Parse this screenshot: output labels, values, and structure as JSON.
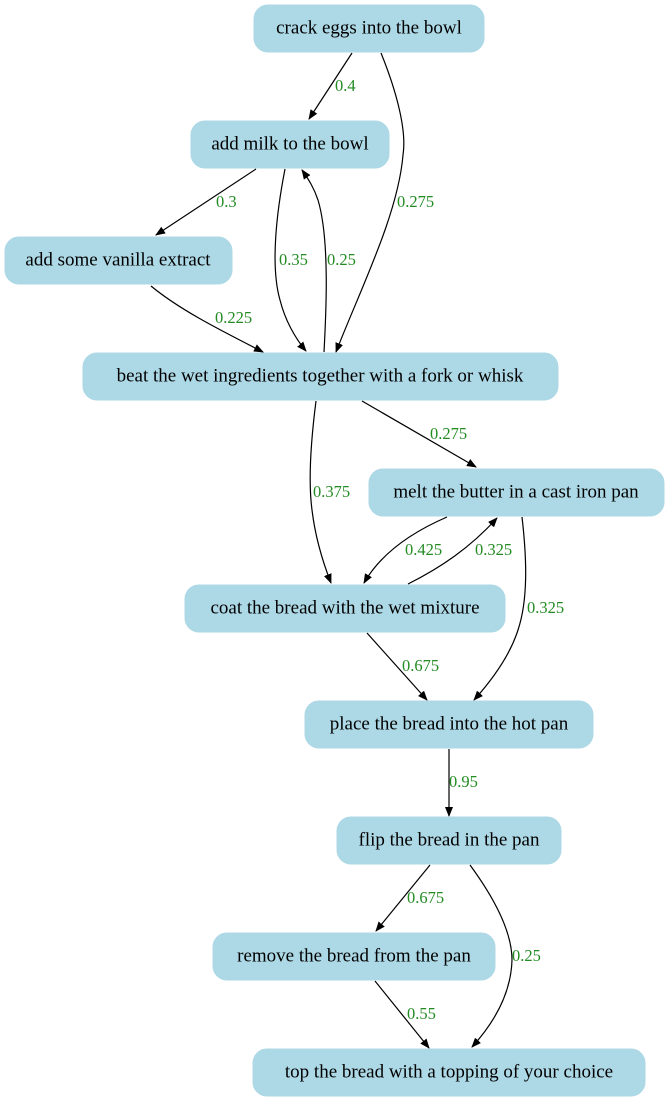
{
  "colors": {
    "node_fill": "#add8e6",
    "edge": "#000000",
    "edge_label": "#228b22",
    "background": "#ffffff"
  },
  "nodes": [
    {
      "id": "n1",
      "label": "crack eggs into the bowl"
    },
    {
      "id": "n2",
      "label": "add milk to the bowl"
    },
    {
      "id": "n3",
      "label": "add some vanilla extract"
    },
    {
      "id": "n4",
      "label": "beat the wet ingredients together with a fork or whisk"
    },
    {
      "id": "n5",
      "label": "melt the butter in a cast iron pan"
    },
    {
      "id": "n6",
      "label": "coat the bread with the wet mixture"
    },
    {
      "id": "n7",
      "label": "place the bread into the hot pan"
    },
    {
      "id": "n8",
      "label": "flip the bread in the pan"
    },
    {
      "id": "n9",
      "label": "remove the bread from the pan"
    },
    {
      "id": "n10",
      "label": "top the bread with a topping of your choice"
    }
  ],
  "edges": [
    {
      "id": "e1",
      "from": "n1",
      "to": "n2",
      "weight": "0.4"
    },
    {
      "id": "e2",
      "from": "n1",
      "to": "n4",
      "weight": "0.275"
    },
    {
      "id": "e3",
      "from": "n2",
      "to": "n3",
      "weight": "0.3"
    },
    {
      "id": "e4",
      "from": "n2",
      "to": "n4",
      "weight": "0.35"
    },
    {
      "id": "e5",
      "from": "n4",
      "to": "n2",
      "weight": "0.25"
    },
    {
      "id": "e6",
      "from": "n3",
      "to": "n4",
      "weight": "0.225"
    },
    {
      "id": "e7",
      "from": "n4",
      "to": "n5",
      "weight": "0.275"
    },
    {
      "id": "e8",
      "from": "n4",
      "to": "n6",
      "weight": "0.375"
    },
    {
      "id": "e9",
      "from": "n5",
      "to": "n6",
      "weight": "0.425"
    },
    {
      "id": "e10",
      "from": "n6",
      "to": "n5",
      "weight": "0.325"
    },
    {
      "id": "e11",
      "from": "n5",
      "to": "n7",
      "weight": "0.325"
    },
    {
      "id": "e12",
      "from": "n6",
      "to": "n7",
      "weight": "0.675"
    },
    {
      "id": "e13",
      "from": "n7",
      "to": "n8",
      "weight": "0.95"
    },
    {
      "id": "e14",
      "from": "n8",
      "to": "n9",
      "weight": "0.675"
    },
    {
      "id": "e15",
      "from": "n8",
      "to": "n10",
      "weight": "0.25"
    },
    {
      "id": "e16",
      "from": "n9",
      "to": "n10",
      "weight": "0.55"
    }
  ]
}
